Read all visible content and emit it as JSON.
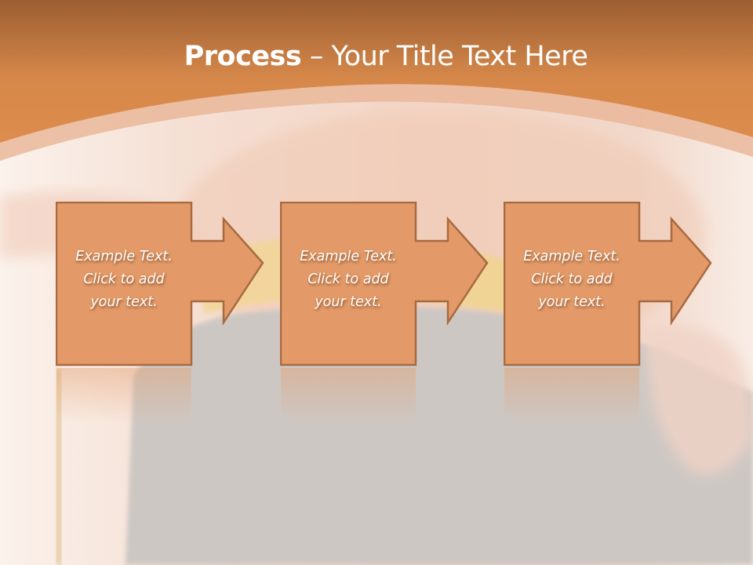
{
  "slide": {
    "title_bold": "Process",
    "title_rest": " – Your Title Text Here",
    "colors": {
      "header_top": "#9c5e32",
      "header_bottom": "#d98a4a",
      "box_fill": "#e39a68",
      "box_border": "#a86a40",
      "background_light": "#f7e7dc",
      "background_gray": "#cdc7c3"
    },
    "steps": [
      {
        "line1": "Example Text.",
        "line2": "Click  to add",
        "line3": "your text."
      },
      {
        "line1": "Example Text.",
        "line2": "Click  to add",
        "line3": "your text."
      },
      {
        "line1": "Example Text.",
        "line2": "Click  to add",
        "line3": "your text."
      }
    ],
    "connector_icon": "right-arrow-icon"
  }
}
